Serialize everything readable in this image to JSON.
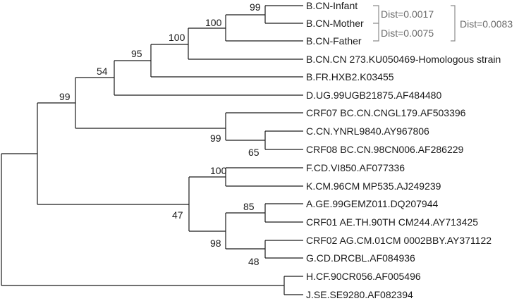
{
  "tree": {
    "taxa": [
      "B.CN-Infant",
      "B.CN-Mother",
      "B.CN-Father",
      "B.CN.CN 273.KU050469-Homologous strain",
      "B.FR.HXB2.K03455",
      "D.UG.99UGB21875.AF484480",
      "CRF07 BC.CN.CNGL179.AF503396",
      "C.CN.YNRL9840.AY967806",
      "CRF08 BC.CN.98CN006.AF286229",
      "F.CD.VI850.AF077336",
      "K.CM.96CM MP535.AJ249239",
      "A.GE.99GEMZ011.DQ207944",
      "CRF01 AE.TH.90TH CM244.AY713425",
      "CRF02 AG.CM.01CM 0002BBY.AY371122",
      "G.CD.DRCBL.AF084936",
      "H.CF.90CR056.AF005496",
      "J.SE.SE9280.AF082394"
    ],
    "support_values": [
      "99",
      "100",
      "100",
      "95",
      "54",
      "99",
      "99",
      "65",
      "100",
      "85",
      "98",
      "48",
      "47"
    ],
    "distance_annotations": [
      "Dist=0.0017",
      "Dist=0.0075",
      "Dist=0.0083"
    ]
  }
}
